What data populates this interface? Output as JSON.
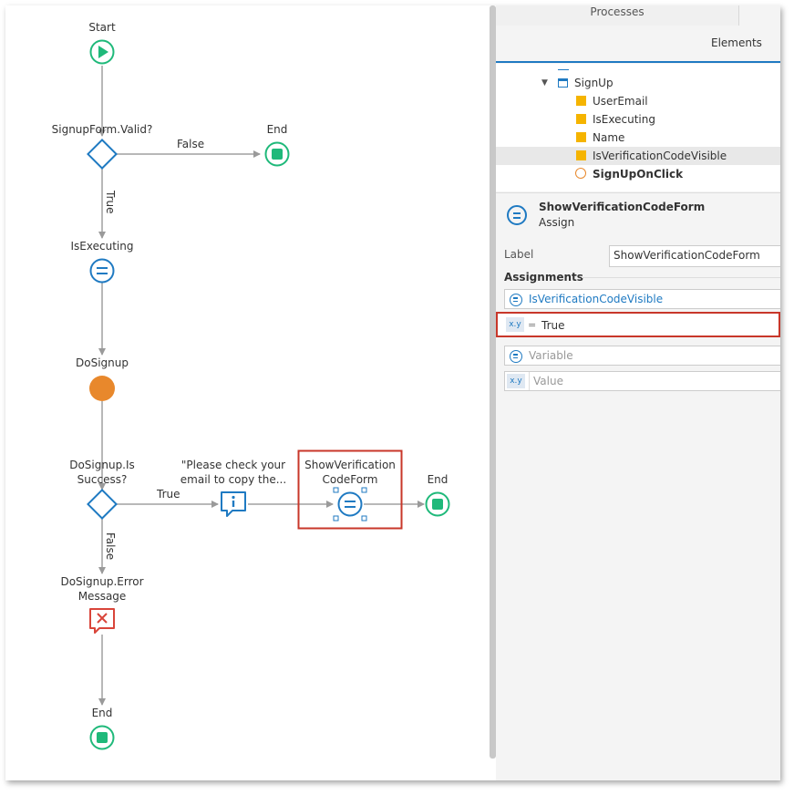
{
  "canvas": {
    "nodes": {
      "start": "Start",
      "signup_valid": "SignupForm.Valid?",
      "end_top": "End",
      "is_executing": "IsExecuting",
      "do_signup": "DoSignup",
      "is_success_line1": "DoSignup.Is",
      "is_success_line2": "Success?",
      "message_line1": "\"Please check your",
      "message_line2": "email to copy the...",
      "show_line1": "ShowVerification",
      "show_line2": "CodeForm",
      "end_mid": "End",
      "error_line1": "DoSignup.Error",
      "error_line2": "Message",
      "end_bottom": "End"
    },
    "edges": {
      "false_top": "False",
      "true_vertical": "True",
      "true_horizontal": "True",
      "false_vertical": "False"
    }
  },
  "panel": {
    "tabs": {
      "processes": "Processes",
      "elements": "Elements"
    },
    "tree": {
      "parent": "SignUp",
      "items": [
        "UserEmail",
        "IsExecuting",
        "Name",
        "IsVerificationCodeVisible"
      ],
      "action": "SignUpOnClick"
    },
    "properties": {
      "title": "ShowVerificationCodeForm",
      "subtitle": "Assign",
      "label_caption": "Label",
      "label_value": "ShowVerificationCodeForm",
      "assignments_heading": "Assignments",
      "assignment_variable": "IsVerificationCodeVisible",
      "assignment_value": "True",
      "new_variable_placeholder": "Variable",
      "new_value_placeholder": "Value",
      "xy_tag": "x.y",
      "eq_sign": "="
    }
  },
  "colors": {
    "start_end": "#1fb97a",
    "decision": "#1f7ac2",
    "server_action": "#e8882c",
    "error": "#d9453a",
    "highlight": "#c8372a"
  }
}
